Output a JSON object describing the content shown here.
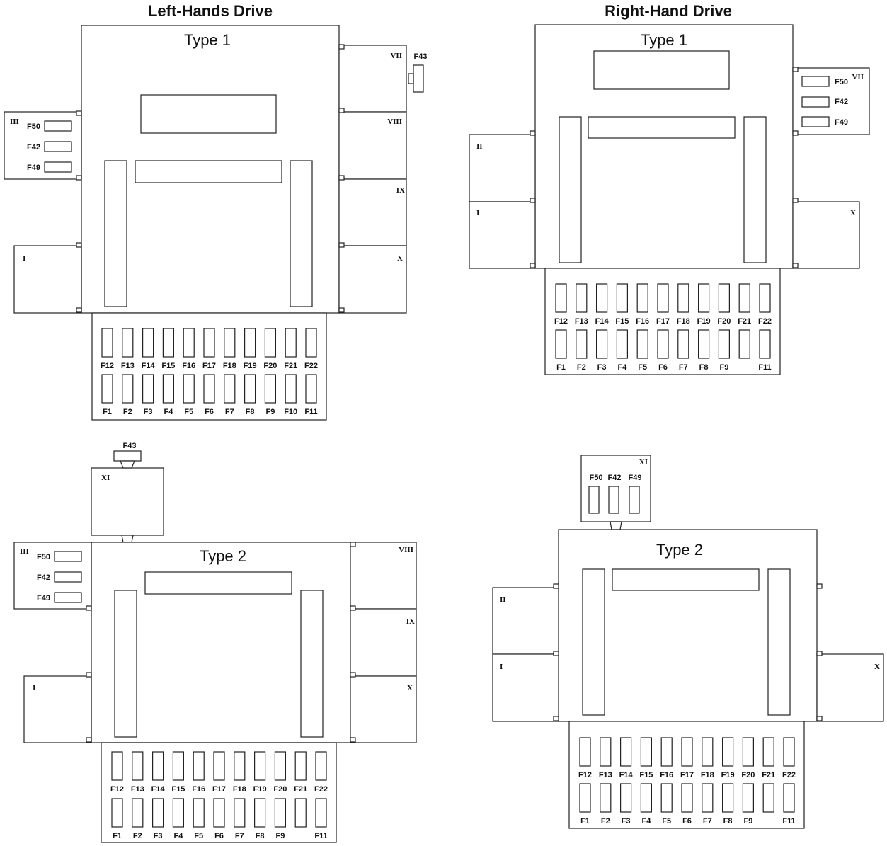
{
  "headings": {
    "left_hand_drive": "Left-Hands Drive",
    "right_hand_drive": "Right-Hand Drive"
  },
  "type_labels": {
    "type1": "Type 1",
    "type2": "Type 2"
  },
  "panels": {
    "lhd_type1": {
      "modules": [
        "III",
        "I",
        "VII",
        "VIII",
        "IX",
        "X"
      ],
      "side_fuses": [
        "F50",
        "F42",
        "F49"
      ],
      "external_fuse": "F43",
      "fuse_row_top": [
        "F12",
        "F13",
        "F14",
        "F15",
        "F16",
        "F17",
        "F18",
        "F19",
        "F20",
        "F21",
        "F22"
      ],
      "fuse_row_bottom": [
        "F1",
        "F2",
        "F3",
        "F4",
        "F5",
        "F6",
        "F7",
        "F8",
        "F9",
        "F10",
        "F11"
      ]
    },
    "rhd_type1": {
      "modules": [
        "VII",
        "II",
        "I",
        "X"
      ],
      "side_fuses": [
        "F50",
        "F42",
        "F49"
      ],
      "fuse_row_top": [
        "F12",
        "F13",
        "F14",
        "F15",
        "F16",
        "F17",
        "F18",
        "F19",
        "F20",
        "F21",
        "F22"
      ],
      "fuse_row_bottom": [
        "F1",
        "F2",
        "F3",
        "F4",
        "F5",
        "F6",
        "F7",
        "F8",
        "F9",
        "",
        "F11"
      ]
    },
    "lhd_type2": {
      "modules": [
        "XI",
        "III",
        "I",
        "VIII",
        "IX",
        "X"
      ],
      "side_fuses": [
        "F50",
        "F42",
        "F49"
      ],
      "external_fuse": "F43",
      "fuse_row_top": [
        "F12",
        "F13",
        "F14",
        "F15",
        "F16",
        "F17",
        "F18",
        "F19",
        "F20",
        "F21",
        "F22"
      ],
      "fuse_row_bottom": [
        "F1",
        "F2",
        "F3",
        "F4",
        "F5",
        "F6",
        "F7",
        "F8",
        "F9",
        "",
        "F11"
      ]
    },
    "rhd_type2": {
      "modules": [
        "XI",
        "II",
        "I",
        "X"
      ],
      "side_fuses": [
        "F50",
        "F42",
        "F49"
      ],
      "fuse_row_top": [
        "F12",
        "F13",
        "F14",
        "F15",
        "F16",
        "F17",
        "F18",
        "F19",
        "F20",
        "F21",
        "F22"
      ],
      "fuse_row_bottom": [
        "F1",
        "F2",
        "F3",
        "F4",
        "F5",
        "F6",
        "F7",
        "F8",
        "F9",
        "",
        "F11"
      ]
    }
  }
}
